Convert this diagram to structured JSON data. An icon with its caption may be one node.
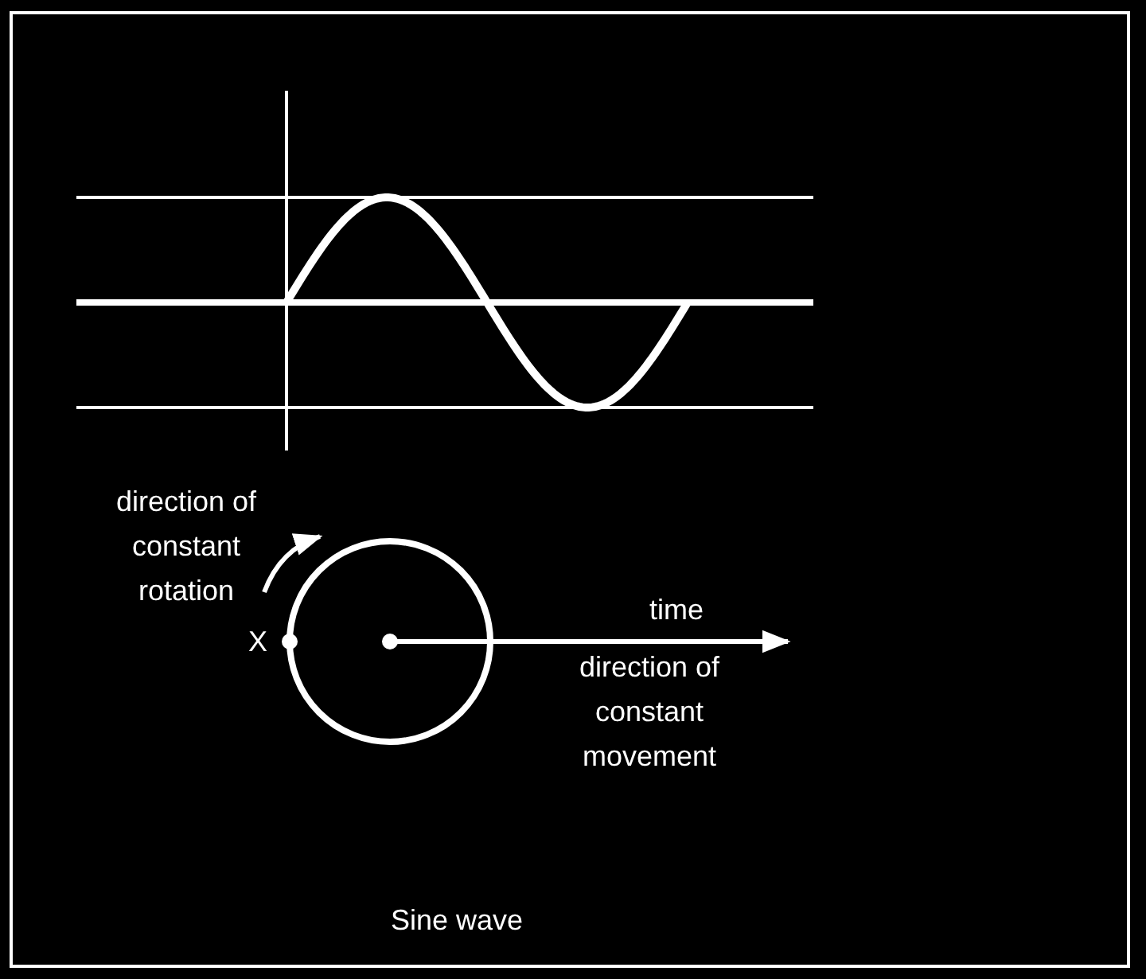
{
  "diagram": {
    "caption": "Sine wave",
    "labels": [
      "direction of constant rotation",
      "X",
      "time",
      "direction of constant movement"
    ]
  }
}
